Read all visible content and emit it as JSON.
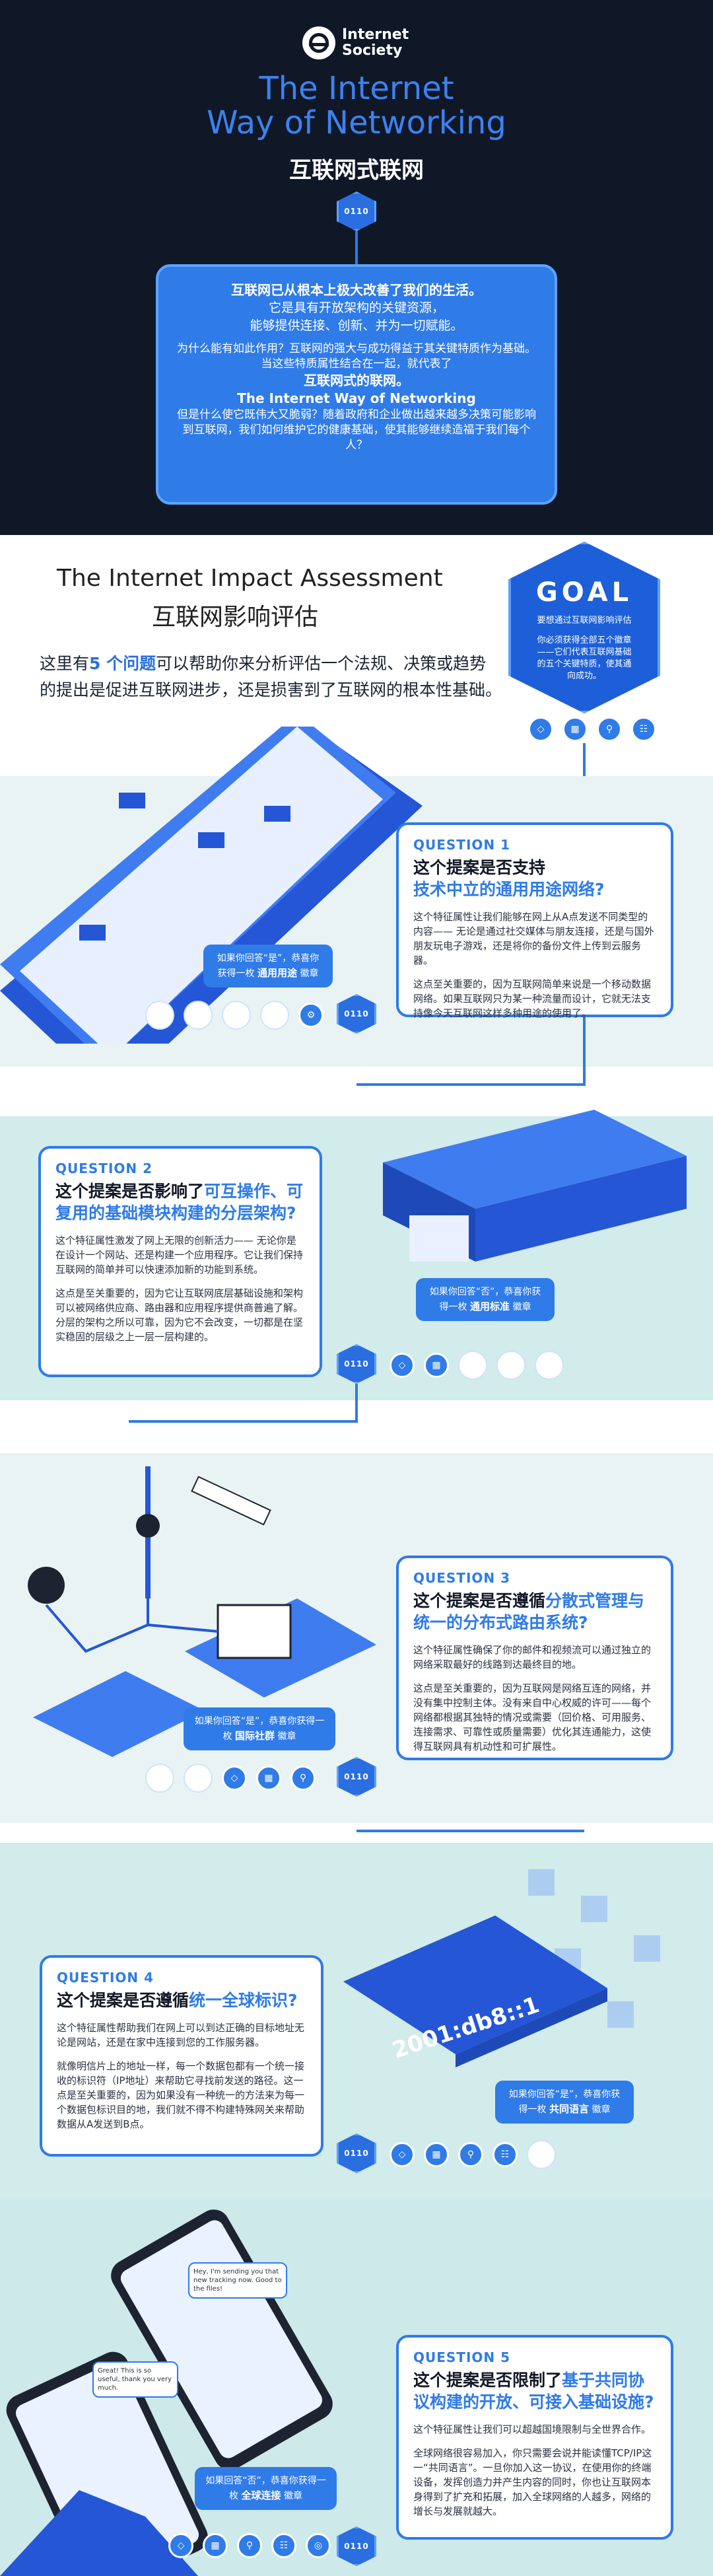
{
  "hero": {
    "logo_text_1": "Internet",
    "logo_text_2": "Society",
    "title_line1": "The Internet",
    "title_line2": "Way of Networking",
    "title_cn": "互联网式联网",
    "chip_label": "0110"
  },
  "intro": {
    "line1": "互联网已从根本上极大改善了我们的生活。",
    "line2": "它是具有开放架构的关键资源，",
    "line3": "能够提供连接、创新、并为一切赋能。",
    "line4": "为什么能有如此作用？互联网的强大与成功得益于其关键特质作为基础。当这些特质属性结合在一起，就代表了",
    "line5": "互联网式的联网。",
    "line6": "The Internet Way of Networking",
    "line7": "但是什么使它既伟大又脆弱？随着政府和企业做出越来越多决策可能影响到互联网，我们如何维护它的健康基础，使其能够继续造福于我们每个人？"
  },
  "assessment": {
    "title_en": "The Internet Impact Assessment",
    "title_cn": "互联网影响评估",
    "desc_pre": "这里有",
    "desc_hl": "5 个问题",
    "desc_post": "可以帮助你来分析评估一个法规、决策或趋势的提出是促进互联网进步，还是损害到了互联网的根本性基础。"
  },
  "goal": {
    "label": "GOAL",
    "line1": "要想通过互联网影响评估",
    "line2": "你必须获得全部五个徽章——它们代表互联网基础的五个关键特质，使其通向成功。"
  },
  "colors": {
    "accent": "#2f7be8",
    "dark": "#101828",
    "band_light": "#e6f3f3",
    "band_teal": "#cde9e9"
  },
  "questions": [
    {
      "number": "QUESTION 1",
      "title_pre": "这个提案是否支持",
      "title_hl": "技术中立的通用用途网络?",
      "title_post": "",
      "p1": "这个特征属性让我们能够在网上从A点发送不同类型的内容—— 无论是通过社交媒体与朋友连接，还是与国外朋友玩电子游戏，还是将你的备份文件上传到云服务器。",
      "p2": "这点至关重要的，因为互联网简单来说是一个移动数据网络。如果互联网只为某一种流量而设计，它就无法支持像今天互联网这样多种用途的使用了。",
      "badge_pre": "如果你回答“是”，恭喜你获得一枚",
      "badge_hl": "通用用途",
      "badge_post": "徽章"
    },
    {
      "number": "QUESTION 2",
      "title_pre": "这个提案是否影响了",
      "title_hl": "可互操作、可复用的基础模块构建的分层架构?",
      "title_post": "",
      "p1": "这个特征属性激发了网上无限的创新活力—— 无论你是在设计一个网站、还是构建一个应用程序。它让我们保持互联网的简单并可以快速添加新的功能到系统。",
      "p2": "这点是至关重要的，因为它让互联网底层基础设施和架构可以被网络供应商、路由器和应用程序提供商普遍了解。分层的架构之所以可靠，因为它不会改变，一切都是在坚实稳固的层级之上一层一层构建的。",
      "badge_pre": "如果你回答“否”，恭喜你获得一枚",
      "badge_hl": "通用标准",
      "badge_post": "徽章"
    },
    {
      "number": "QUESTION 3",
      "title_pre": "这个提案是否遵循",
      "title_hl": "分散式管理与统一的分布式路由系统?",
      "title_post": "",
      "p1": "这个特征属性确保了你的邮件和视频流可以通过独立的网络采取最好的线路到达最终目的地。",
      "p2": "这点是至关重要的，因为互联网是网络互连的网络，并没有集中控制主体。没有来自中心权威的许可——每个网络都根据其独特的情况或需要（回价格、可用服务、连接需求、可靠性或质量需要）优化其连通能力，这使得互联网具有机动性和可扩展性。",
      "badge_pre": "如果你回答“是”，恭喜你获得一枚",
      "badge_hl": "国际社群",
      "badge_post": "徽章"
    },
    {
      "number": "QUESTION 4",
      "title_pre": "这个提案是否遵循",
      "title_hl": "统一全球标识?",
      "title_post": "",
      "p1": "这个特征属性帮助我们在网上可以到达正确的目标地址无论是网站，还是在家中连接到您的工作服务器。",
      "p2": "就像明信片上的地址一样，每一个数据包都有一个统一接收的标识符（IP地址）来帮助它寻找前发送的路径。这一点是至关重要的，因为如果没有一种统一的方法来为每一个数据包标识目的地，我们就不得不构建特殊网关来帮助数据从A发送到B点。",
      "address": "2001:db8::1",
      "badge_pre": "如果你回答“是”，恭喜你获得一枚",
      "badge_hl": "共同语言",
      "badge_post": "徽章"
    },
    {
      "number": "QUESTION 5",
      "title_pre": "这个提案是否限制了",
      "title_hl": "基于共同协议构建的开放、可接入基础设施?",
      "title_post": "",
      "p1": "这个特征属性让我们可以超越国境限制与全世界合作。",
      "p2": "全球网络很容易加入，你只需要会说并能读懂TCP/IP这一“共同语言”。一旦你加入这一协议，在使用你的终端设备，发挥创造力并产生内容的同时，你也让互联网本身得到了扩充和拓展，加入全球网络的人越多，网络的增长与发展就越大。",
      "badge_pre": "如果回答“否”，恭喜你获得一枚",
      "badge_hl": "全球连接",
      "badge_post": "徽章"
    }
  ],
  "chat": {
    "msg1": "Hey, I'm sending you that new tracking now. Good to the files!",
    "msg2": "Great! This is so useful, thank you very much."
  }
}
